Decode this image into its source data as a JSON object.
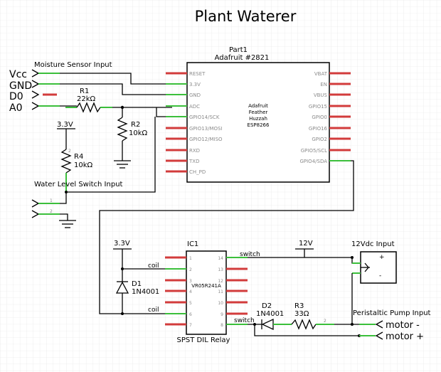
{
  "title": "Plant Waterer",
  "part1": {
    "ref": "Part1",
    "name": "Adafruit #2821",
    "center": [
      "Adafruit",
      "Feather",
      "Huzzah",
      "ESP8266"
    ],
    "left_pins": [
      "RESET",
      "3.3V",
      "GND",
      "ADC",
      "GPIO14/SCK",
      "GPIO13/MOSI",
      "GPIO12/MISO",
      "RXD",
      "TXD",
      "CH_PD"
    ],
    "right_pins": [
      "VBAT",
      "EN",
      "VBUS",
      "GPIO15",
      "GPIO0",
      "GPIO16",
      "GPIO2",
      "GPIO5/SCL",
      "GPIO4/SDA"
    ]
  },
  "moisture": {
    "label": "Moisture Sensor Input",
    "pins": [
      "Vcc",
      "GND",
      "D0",
      "A0"
    ]
  },
  "r1": {
    "ref": "R1",
    "value": "22kΩ"
  },
  "r2": {
    "ref": "R2",
    "value": "10kΩ"
  },
  "r4": {
    "ref": "R4",
    "value": "10kΩ"
  },
  "supply_33_a": "3.3V",
  "water_level": {
    "label": "Water Level Switch Input"
  },
  "ic1": {
    "ref": "IC1",
    "part": "VR05R241A",
    "caption": "SPST DIL Relay",
    "left_nums": [
      "1",
      "2",
      "3",
      "4",
      "5",
      "6",
      "7"
    ],
    "right_nums": [
      "14",
      "13",
      "12",
      "11",
      "10",
      "9",
      "8"
    ],
    "coil_label": "coil",
    "switch_label": "switch"
  },
  "supply_33_b": "3.3V",
  "d1": {
    "ref": "D1",
    "value": "1N4001"
  },
  "d2": {
    "ref": "D2",
    "value": "1N4001"
  },
  "r3": {
    "ref": "R3",
    "value": "33Ω"
  },
  "supply_12": "12V",
  "input_12vdc": {
    "label": "12Vdc Input",
    "plus": "+",
    "minus": "-"
  },
  "pump": {
    "label": "Peristaltic Pump Input",
    "pins": [
      "motor -",
      "motor +"
    ]
  },
  "pin_numbers": {
    "one": "1",
    "two": "2"
  }
}
